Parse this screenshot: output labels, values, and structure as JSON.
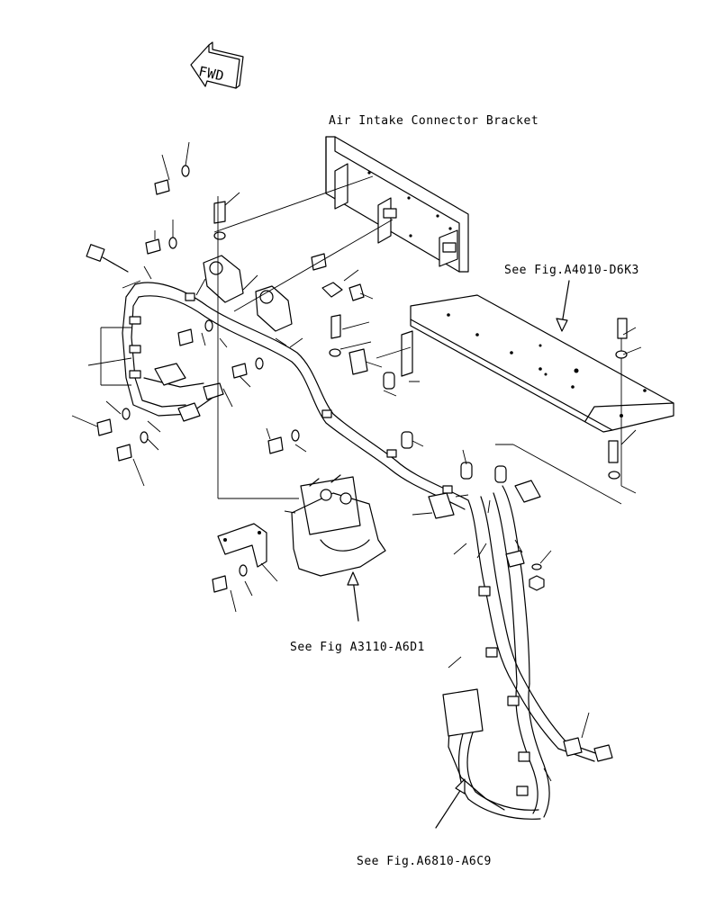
{
  "labels": {
    "direction": "FWD",
    "air_intake_bracket": "Air Intake Connector Bracket",
    "ref_a4010": "See Fig.A4010-D6K3",
    "ref_a3110": "See Fig A3110-A6D1",
    "ref_a6810": "See Fig.A6810-A6C9"
  }
}
